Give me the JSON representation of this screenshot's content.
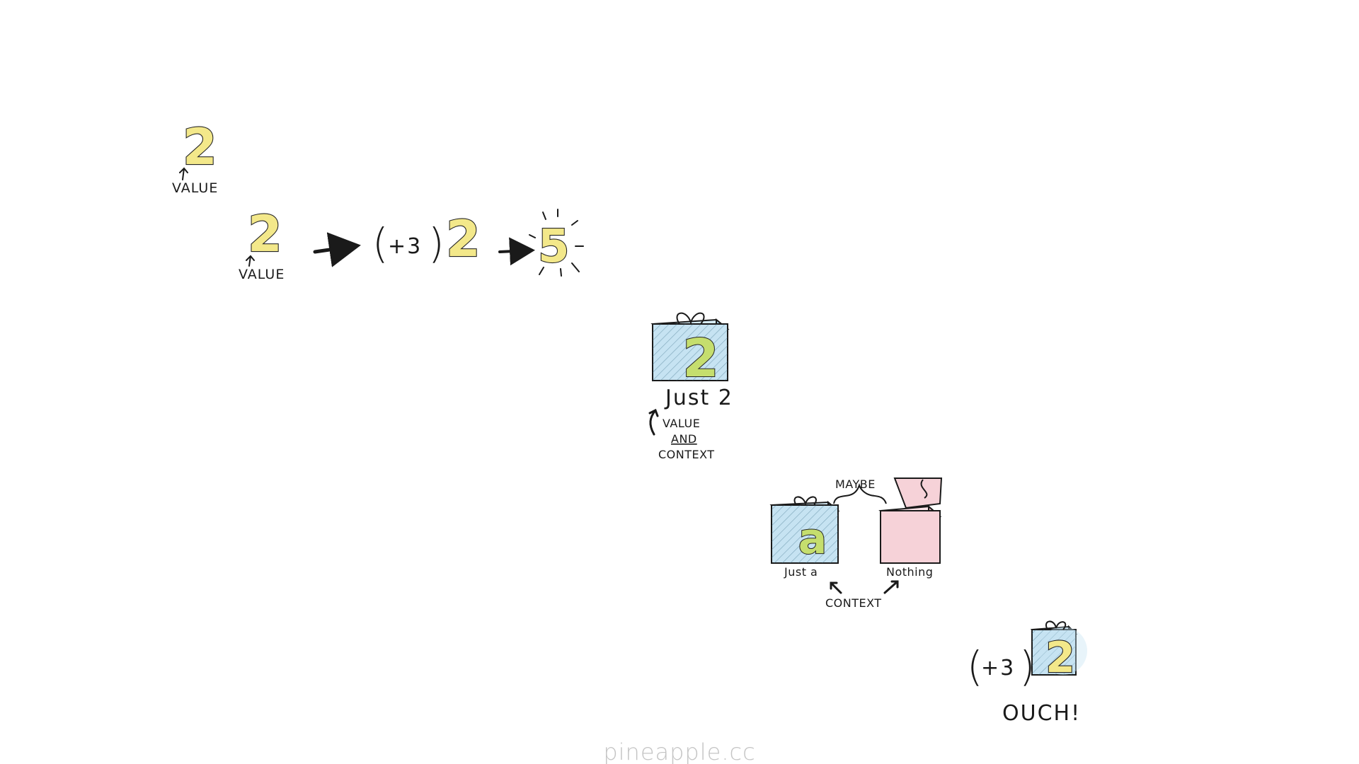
{
  "value_standalone": {
    "digit": "2",
    "label": "VALUE"
  },
  "function_row": {
    "input_digit": "2",
    "input_label": "VALUE",
    "func_open": "(",
    "func_body": "+3",
    "func_close": ")",
    "applied_digit": "2",
    "result_digit": "5"
  },
  "boxed_value": {
    "digit": "2",
    "caption": "Just 2",
    "note_line1": "VALUE",
    "note_line2": "AND",
    "note_line3": "CONTEXT"
  },
  "maybe_group": {
    "brace_label": "MAYBE",
    "just_digit": "a",
    "just_caption": "Just a",
    "nothing_caption": "Nothing",
    "context_label": "CONTEXT"
  },
  "ouch_group": {
    "func_open": "(",
    "func_body": "+3",
    "func_close": ")",
    "boxed_digit": "2",
    "exclaim": "OUCH!"
  },
  "watermark": "pineapple.cc",
  "colors": {
    "digit_yellow": "#f3e88a",
    "box_blue": "#c6e3f2",
    "box_pink": "#f6d2d8",
    "digit_green": "#c5de6e",
    "ink": "#1a1a1a",
    "watermark_gray": "#c4c4c4"
  }
}
